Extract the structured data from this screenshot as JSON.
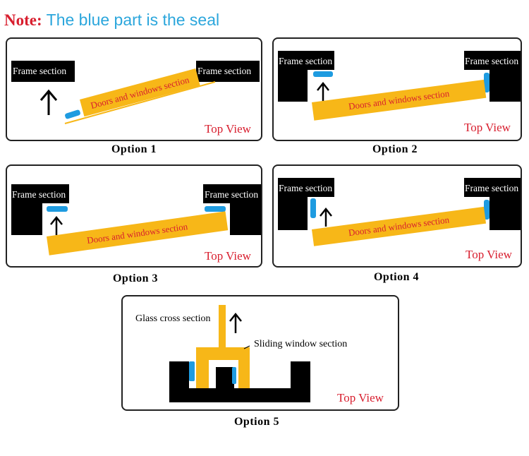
{
  "note": {
    "label": "Note:",
    "text": "The blue part is the seal"
  },
  "labels": {
    "frame": "Frame section",
    "doors": "Doors and windows section",
    "top_view": "Top View",
    "glass": "Glass cross section",
    "sliding": "Sliding window section"
  },
  "options": [
    "Option 1",
    "Option 2",
    "Option 3",
    "Option 4",
    "Option 5"
  ],
  "colors": {
    "seal": "#1e9be0",
    "section": "#f7b718",
    "frame": "#000000",
    "note_label": "#d81e2e",
    "note_text": "#2ba6dc"
  }
}
